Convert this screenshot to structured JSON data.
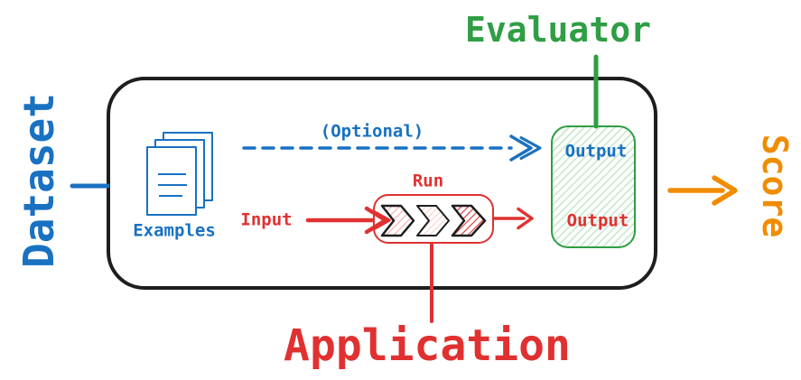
{
  "labels": {
    "dataset": "Dataset",
    "evaluator": "Evaluator",
    "score": "Score",
    "application": "Application",
    "examples": "Examples",
    "optional": "(Optional)",
    "input": "Input",
    "run": "Run",
    "evaluator_output": "Output",
    "run_output": "Output"
  },
  "colors": {
    "blue": "#1971c2",
    "green": "#2f9e44",
    "red": "#e03131",
    "orange": "#f08c00",
    "outline_black": "#1e1e1e",
    "red_hatch_light": "#ff9d9d",
    "red_hatch_pink": "#ffc9c9",
    "green_hatch": "#9fd9ae"
  },
  "icons": {
    "documents": "documents-icon",
    "pipeline": "pipeline-chevrons-icon"
  }
}
